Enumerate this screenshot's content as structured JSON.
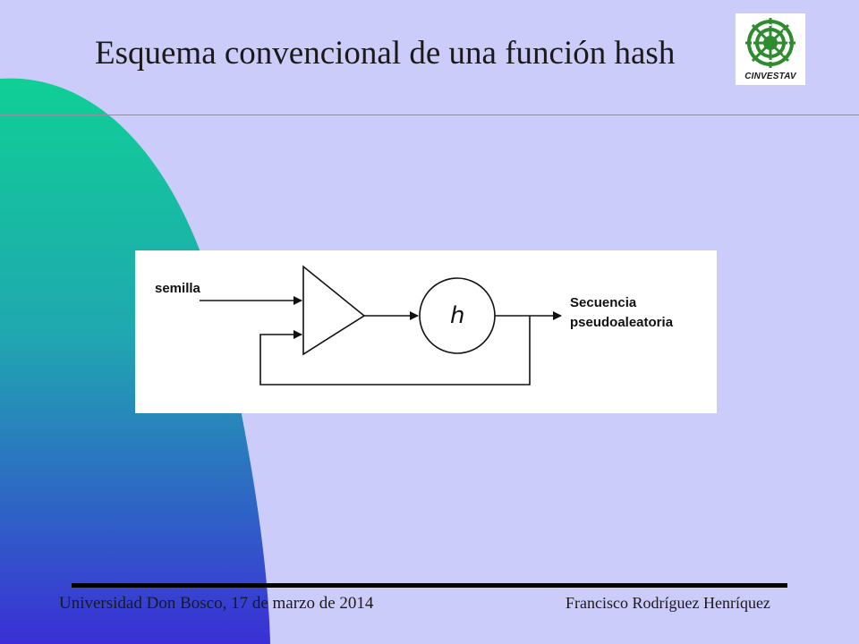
{
  "slide": {
    "title": "Esquema convencional de una función hash",
    "logo_text": "CINVESTAV"
  },
  "diagram": {
    "input_label": "semilla",
    "function_label": "h",
    "output_label_line1": "Secuencia",
    "output_label_line2": "pseudoaleatoria"
  },
  "footer": {
    "left_text": "Universidad Don Bosco, 17 de marzo de 2014",
    "right_text": "Francisco Rodríguez Henríquez"
  },
  "colors": {
    "background": "#ccccfa",
    "gradient_top": "#0fcf95",
    "gradient_bottom": "#3a2fd6",
    "accent_logo": "#2e8b2e"
  }
}
